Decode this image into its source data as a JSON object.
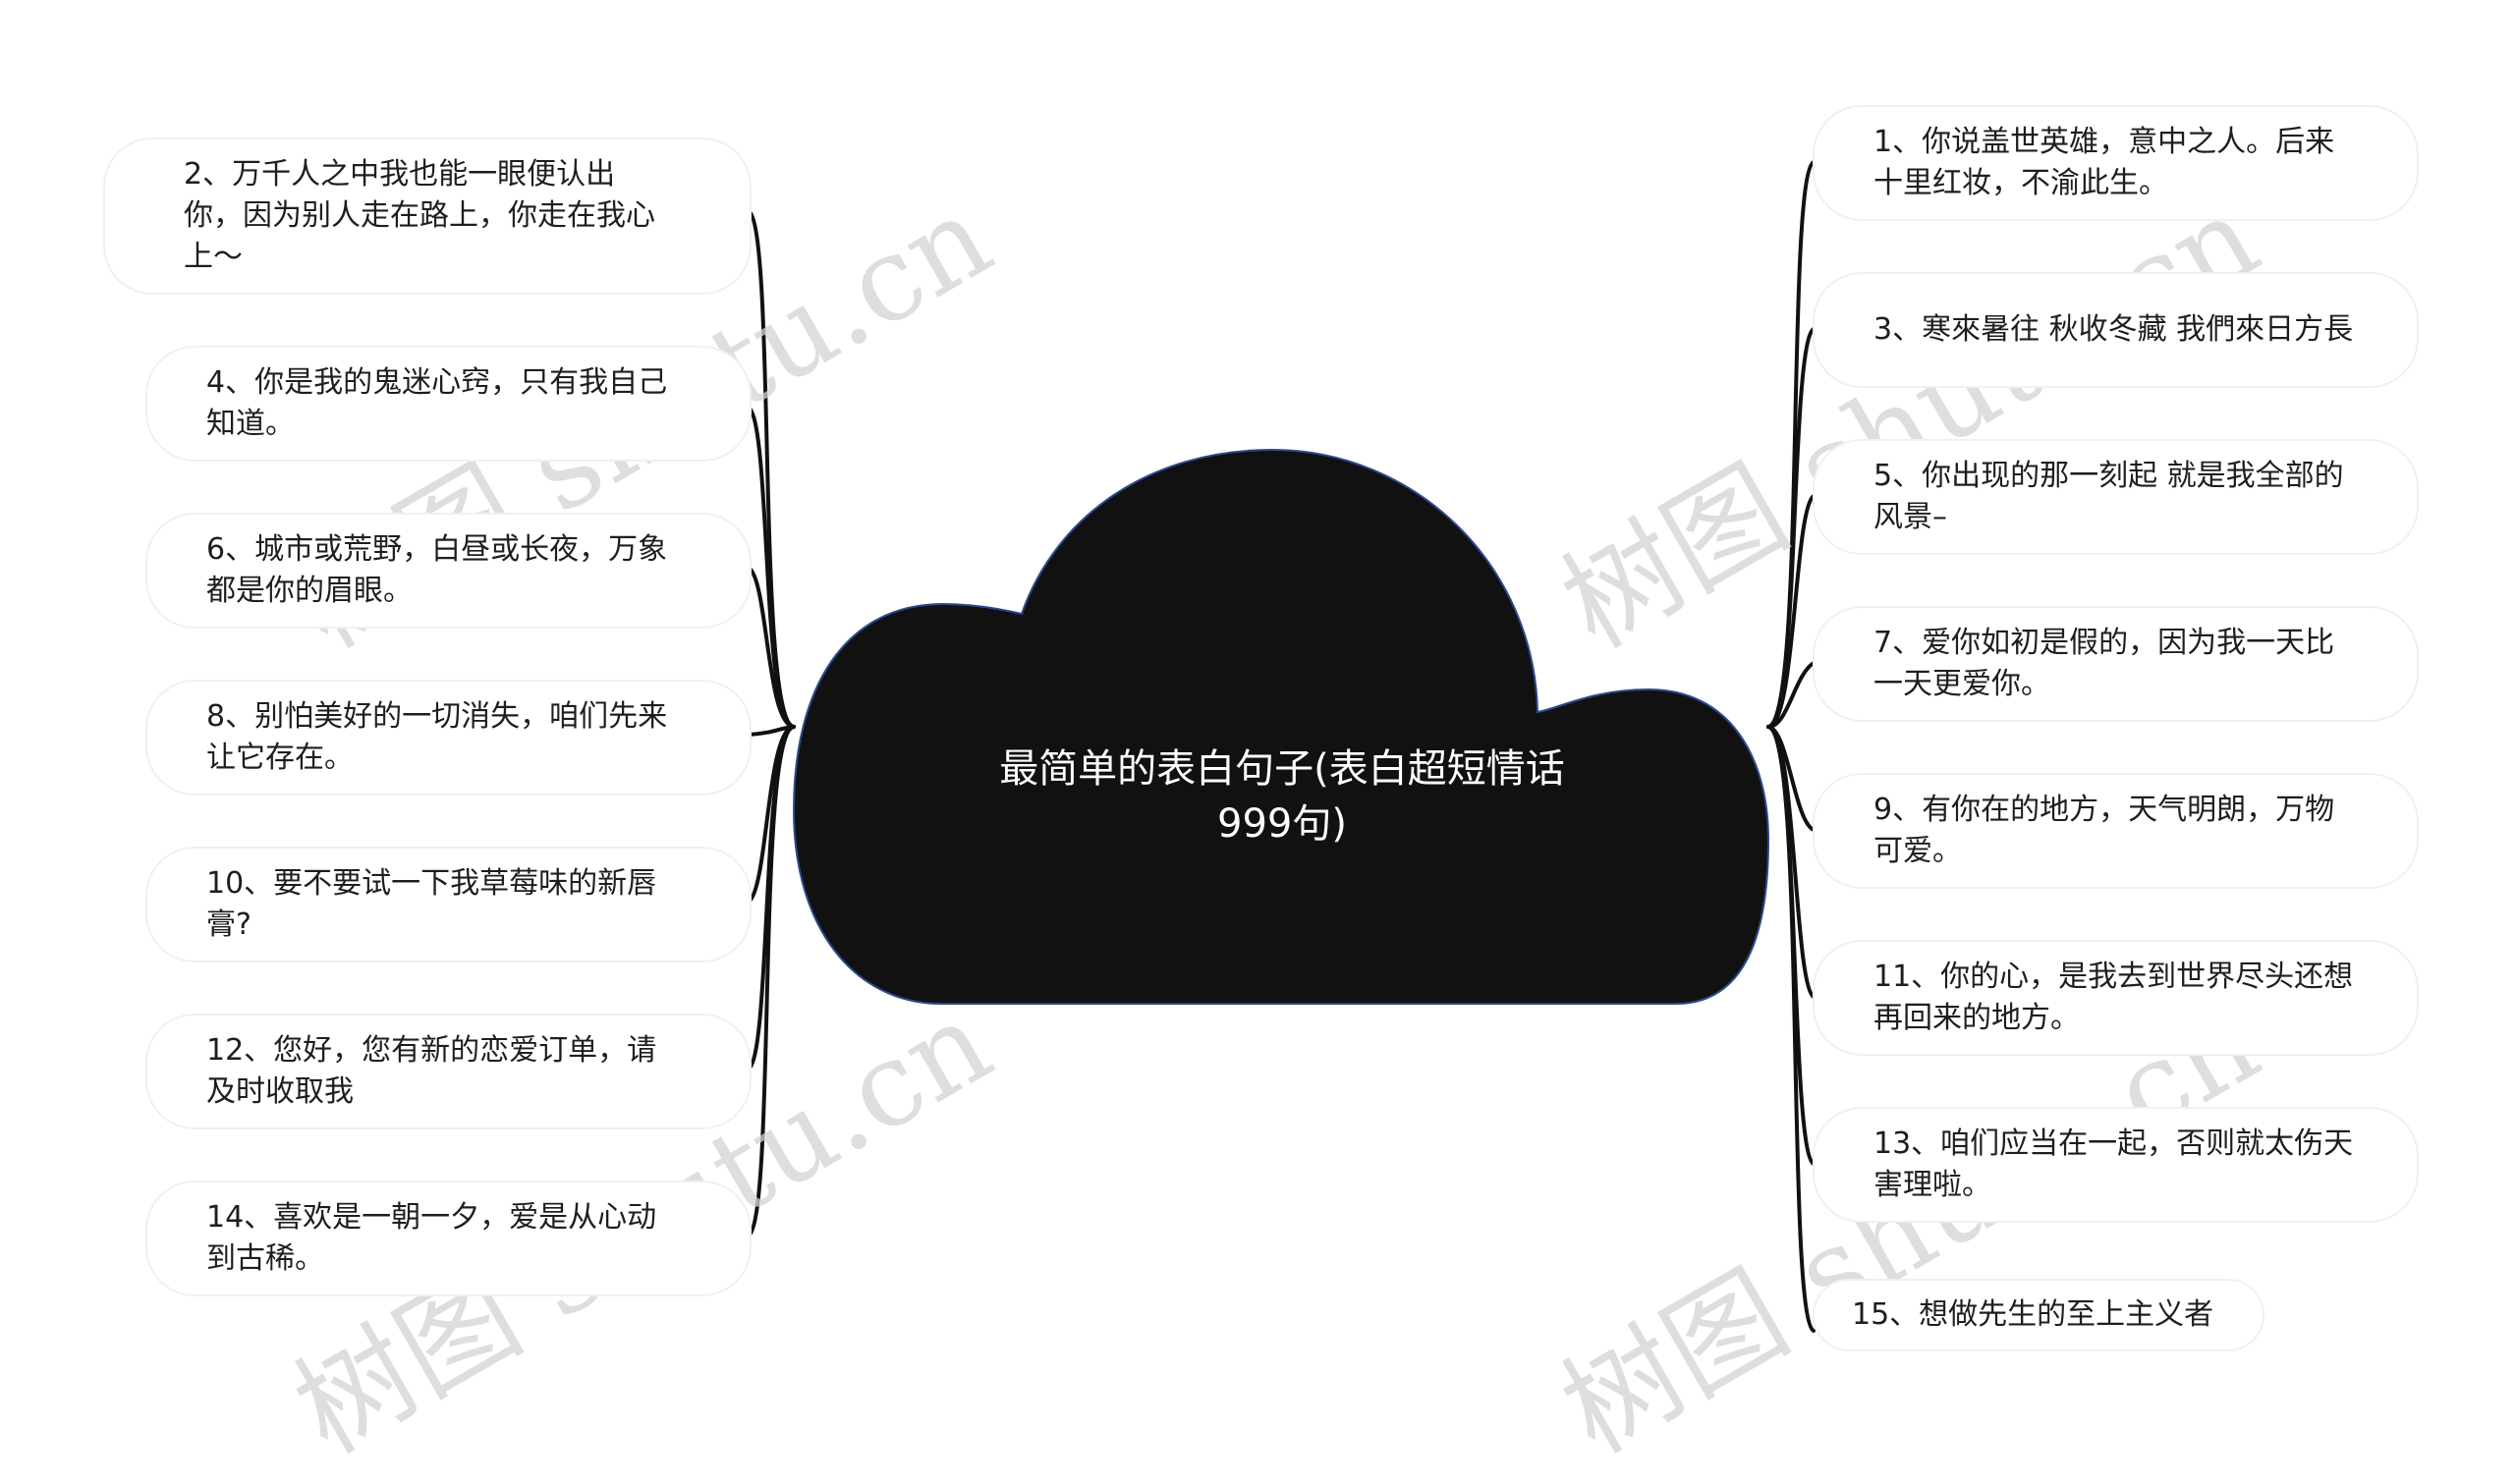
{
  "center": {
    "title": "最简单的表白句子(表白超短情话999句)"
  },
  "left_nodes": [
    {
      "text": "2、万千人之中我也能一眼便认出你，因为别人走在路上，你走在我心上～"
    },
    {
      "text": "4、你是我的鬼迷心窍，只有我自己知道。"
    },
    {
      "text": "6、城市或荒野，白昼或长夜，万象都是你的眉眼。"
    },
    {
      "text": "8、别怕美好的一切消失，咱们先来让它存在。"
    },
    {
      "text": "10、要不要试一下我草莓味的新唇膏?"
    },
    {
      "text": "12、您好，您有新的恋爱订单，请及时收取我"
    },
    {
      "text": "14、喜欢是一朝一夕，爱是从心动到古稀。"
    }
  ],
  "right_nodes": [
    {
      "text": "1、你说盖世英雄，意中之人。后来十里红妆，不渝此生。"
    },
    {
      "text": "3、寒來暑往 秋收冬藏 我們來日方長"
    },
    {
      "text": "5、你出现的那一刻起 就是我全部的风景–"
    },
    {
      "text": "7、爱你如初是假的，因为我一天比一天更爱你。"
    },
    {
      "text": "9、有你在的地方，天气明朗，万物可爱。"
    },
    {
      "text": "11、你的心，是我去到世界尽头还想再回来的地方。"
    },
    {
      "text": "13、咱们应当在一起，否则就太伤天害理啦。"
    },
    {
      "text": "15、想做先生的至上主义者"
    }
  ],
  "watermark": "树图 shutu.cn",
  "colors": {
    "cloud": "#111111",
    "cloud_outline": "#2b4a8f",
    "connector": "#111111",
    "node_border": "#f0f0f0"
  }
}
